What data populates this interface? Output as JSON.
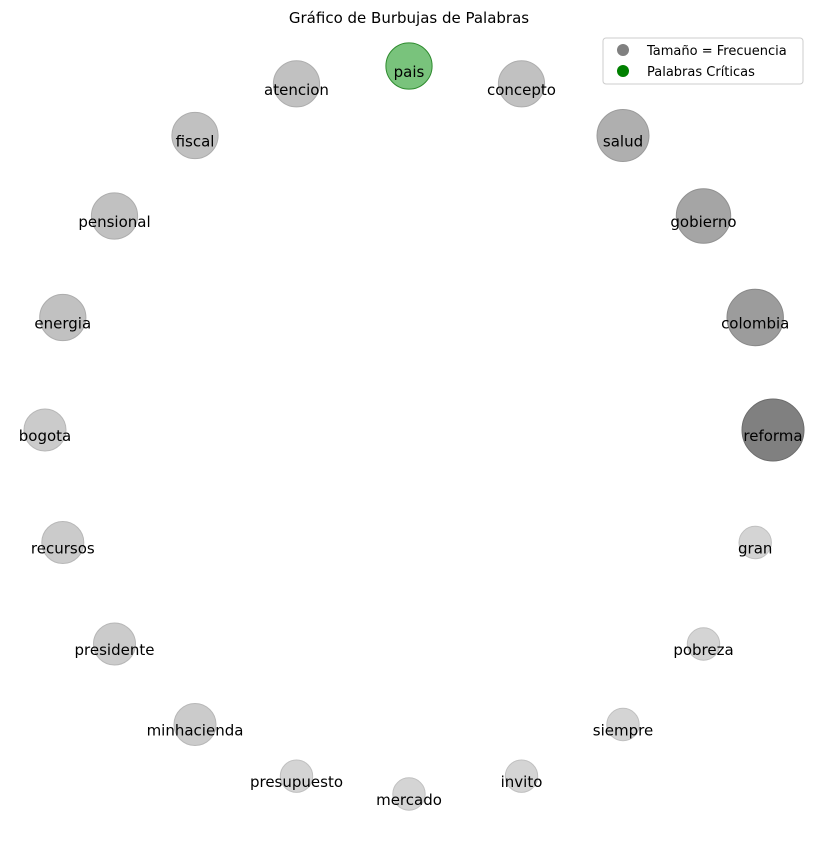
{
  "chart_data": {
    "type": "bubble",
    "title": "Gráfico de Burbujas de Palabras",
    "legend": {
      "placement": "top-right",
      "entries": [
        {
          "label": "Tamaño = Frecuencia",
          "color": "#808080"
        },
        {
          "label": "Palabras Críticas",
          "color": "#008000"
        }
      ]
    },
    "colors": {
      "critical": "#4caf50",
      "critical_edge": "#2e8b2e",
      "normal_base": "#808080"
    },
    "words": [
      {
        "word": "reforma",
        "frequency": 10,
        "critical": false
      },
      {
        "word": "gran",
        "frequency": 1,
        "critical": false
      },
      {
        "word": "pobreza",
        "frequency": 1,
        "critical": false
      },
      {
        "word": "siempre",
        "frequency": 1,
        "critical": false
      },
      {
        "word": "invito",
        "frequency": 1,
        "critical": false
      },
      {
        "word": "mercado",
        "frequency": 1,
        "critical": false
      },
      {
        "word": "presupuesto",
        "frequency": 1,
        "critical": false
      },
      {
        "word": "minhacienda",
        "frequency": 2,
        "critical": false
      },
      {
        "word": "presidente",
        "frequency": 2,
        "critical": false
      },
      {
        "word": "recursos",
        "frequency": 2,
        "critical": false
      },
      {
        "word": "bogota",
        "frequency": 2,
        "critical": false
      },
      {
        "word": "energia",
        "frequency": 3,
        "critical": false
      },
      {
        "word": "pensional",
        "frequency": 3,
        "critical": false
      },
      {
        "word": "fiscal",
        "frequency": 3,
        "critical": false
      },
      {
        "word": "atencion",
        "frequency": 3,
        "critical": false
      },
      {
        "word": "pais",
        "frequency": 3,
        "critical": true
      },
      {
        "word": "concepto",
        "frequency": 3,
        "critical": false
      },
      {
        "word": "salud",
        "frequency": 5,
        "critical": false
      },
      {
        "word": "gobierno",
        "frequency": 6,
        "critical": false
      },
      {
        "word": "colombia",
        "frequency": 7,
        "critical": false
      }
    ]
  }
}
